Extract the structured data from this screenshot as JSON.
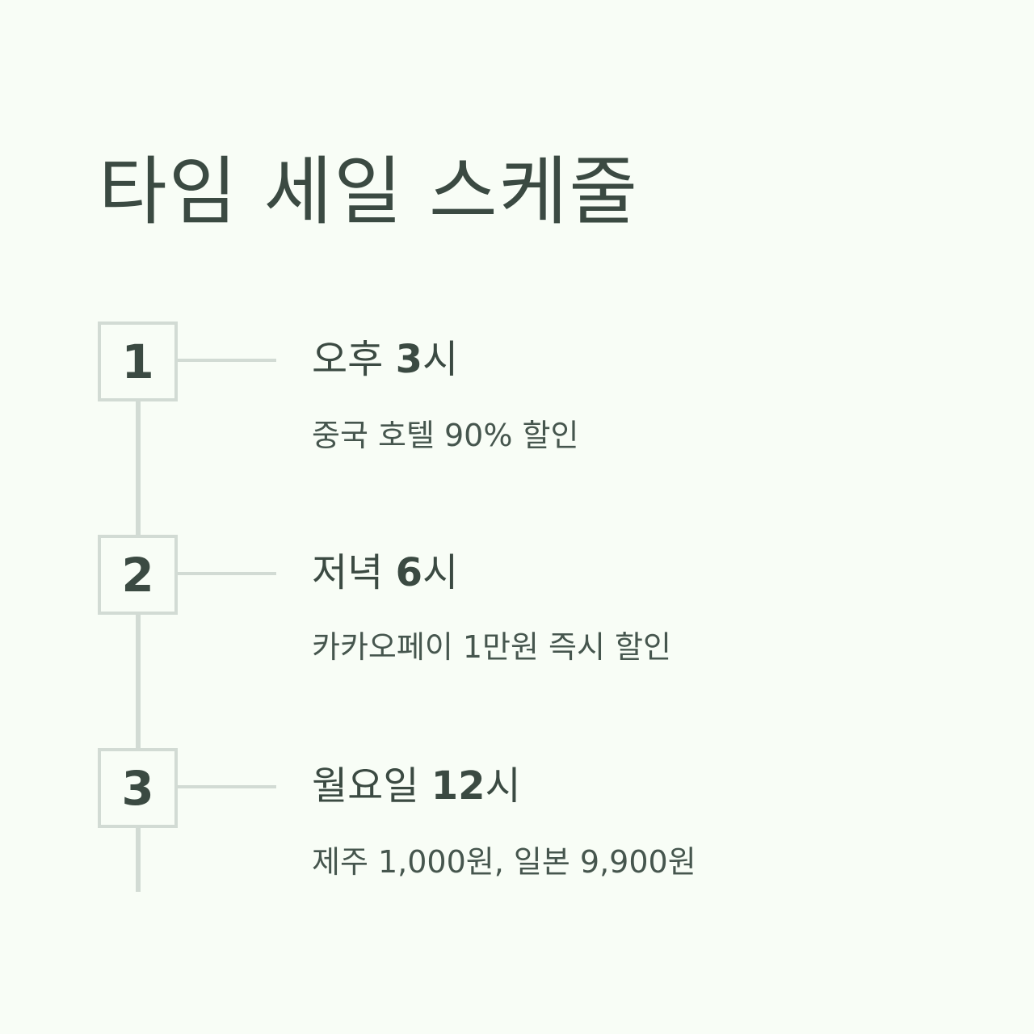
{
  "title": "타임 세일 스케줄",
  "steps": [
    {
      "number": "1",
      "time_label": "오후 ",
      "time_hour": "3",
      "time_suffix": "시",
      "description": "중국 호텔 90% 할인"
    },
    {
      "number": "2",
      "time_label": "저녁 ",
      "time_hour": "6",
      "time_suffix": "시",
      "description": "카카오페이 1만원 즉시 할인"
    },
    {
      "number": "3",
      "time_label": "월요일 ",
      "time_hour": "12",
      "time_suffix": "시",
      "description": "제주 1,000원, 일본 9,900원"
    }
  ],
  "colors": {
    "background": "#f8fdf6",
    "text": "#3b4a42",
    "line": "#d2dbd4"
  }
}
